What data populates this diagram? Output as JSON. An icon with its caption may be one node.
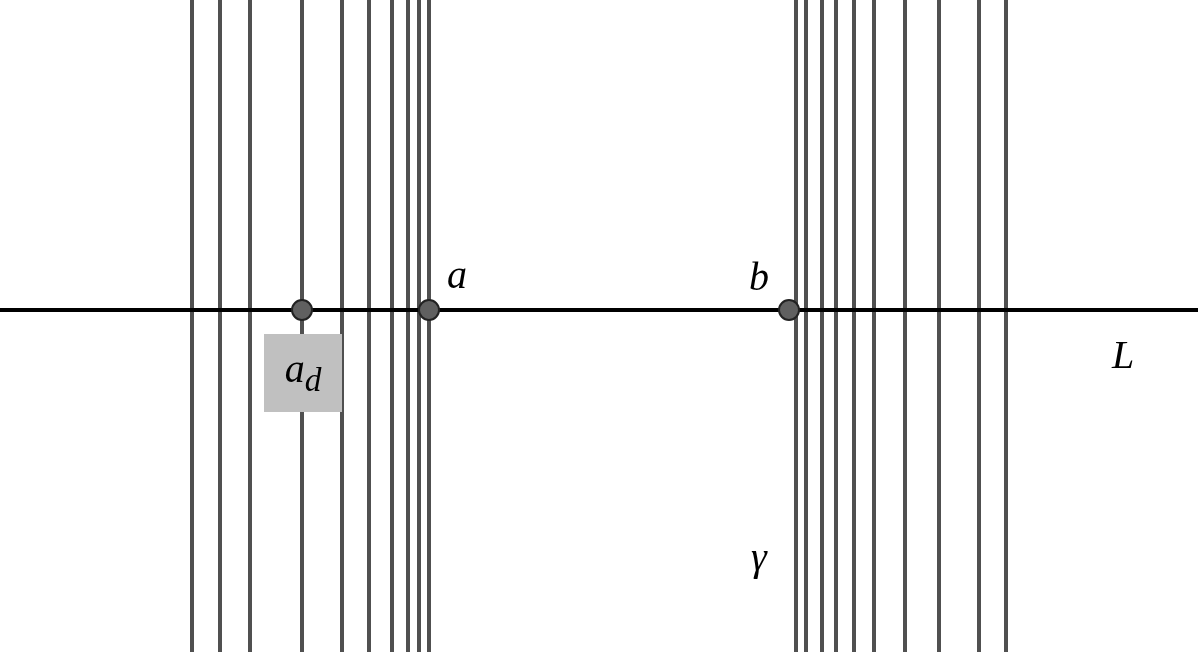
{
  "diagram": {
    "nodes": [
      {
        "text": [
          "a$_{d}$"
        ]
      }
    ],
    "labels": [
      "a",
      "b",
      "L",
      "γ"
    ]
  }
}
